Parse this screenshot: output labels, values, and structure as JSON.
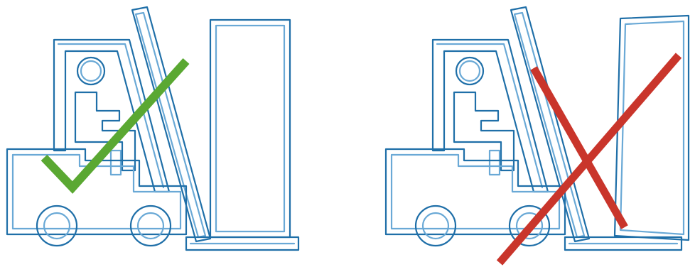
{
  "colors": {
    "outline": "#1f6fa8",
    "outline_inner": "#6aa9d6",
    "check": "#5aa832",
    "cross": "#c9352b",
    "background": "#ffffff"
  },
  "panels": [
    {
      "id": "correct",
      "load_state": "upright",
      "mark": "check-icon"
    },
    {
      "id": "incorrect",
      "load_state": "tilted",
      "mark": "cross-icon"
    }
  ]
}
